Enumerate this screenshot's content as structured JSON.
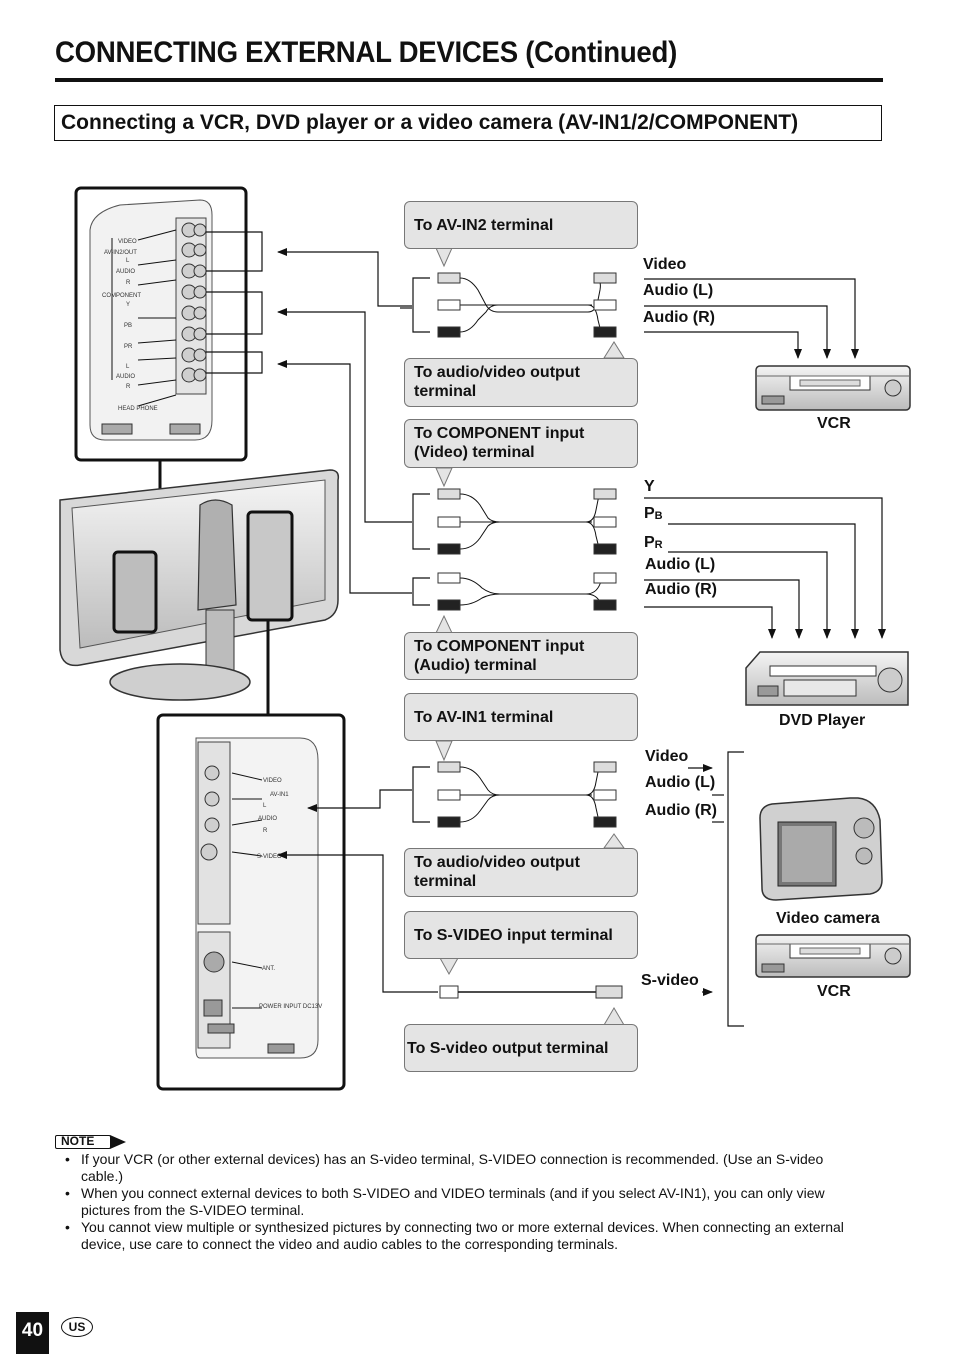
{
  "page": {
    "title": "CONNECTING EXTERNAL DEVICES (Continued)",
    "section_title": "Connecting a VCR, DVD player or a video camera (AV-IN1/2/COMPONENT)",
    "page_number": "40",
    "region": "US"
  },
  "callouts": {
    "av_in2": "To AV-IN2 terminal",
    "av_output_1": "To audio/video output terminal",
    "component_video": "To COMPONENT input (Video) terminal",
    "component_audio": "To COMPONENT input (Audio) terminal",
    "av_in1": "To AV-IN1 terminal",
    "av_output_2": "To audio/video output terminal",
    "svideo_input": "To S-VIDEO input terminal",
    "svideo_output": "To S-video output terminal"
  },
  "signal_labels": {
    "vcr_video": "Video",
    "vcr_audio_l": "Audio (L)",
    "vcr_audio_r": "Audio (R)",
    "dvd_y": "Y",
    "dvd_pb": "PB",
    "dvd_pr": "PR",
    "dvd_audio_l": "Audio (L)",
    "dvd_audio_r": "Audio (R)",
    "cam_video": "Video",
    "cam_audio_l": "Audio (L)",
    "cam_audio_r": "Audio (R)",
    "svideo": "S-video"
  },
  "devices": {
    "vcr_top": "VCR",
    "dvd": "DVD Player",
    "camera": "Video camera",
    "vcr_bottom": "VCR"
  },
  "panel_labels": {
    "top": [
      "VIDEO",
      "AV-IN2/OUT",
      "L",
      "AUDIO",
      "R",
      "COMPONENT",
      "Y",
      "PB",
      "PR",
      "L",
      "AUDIO",
      "R",
      "HEAD PHONE"
    ],
    "bottom": [
      "VIDEO",
      "AV-IN1",
      "L",
      "AUDIO",
      "R",
      "S-VIDEO",
      "ANT.",
      "POWER INPUT DC13V"
    ]
  },
  "note": {
    "badge": "NOTE",
    "items": [
      "If your VCR (or other external devices) has an S-video terminal, S-VIDEO connection is recommended. (Use an S-video cable.)",
      "When you connect external devices to both S-VIDEO and VIDEO terminals (and if you select AV-IN1), you can only view pictures from the S-VIDEO terminal.",
      "You cannot view multiple or synthesized pictures by connecting two or more external devices. When connecting an external device, use care to connect the video and audio cables to the corresponding terminals."
    ]
  }
}
